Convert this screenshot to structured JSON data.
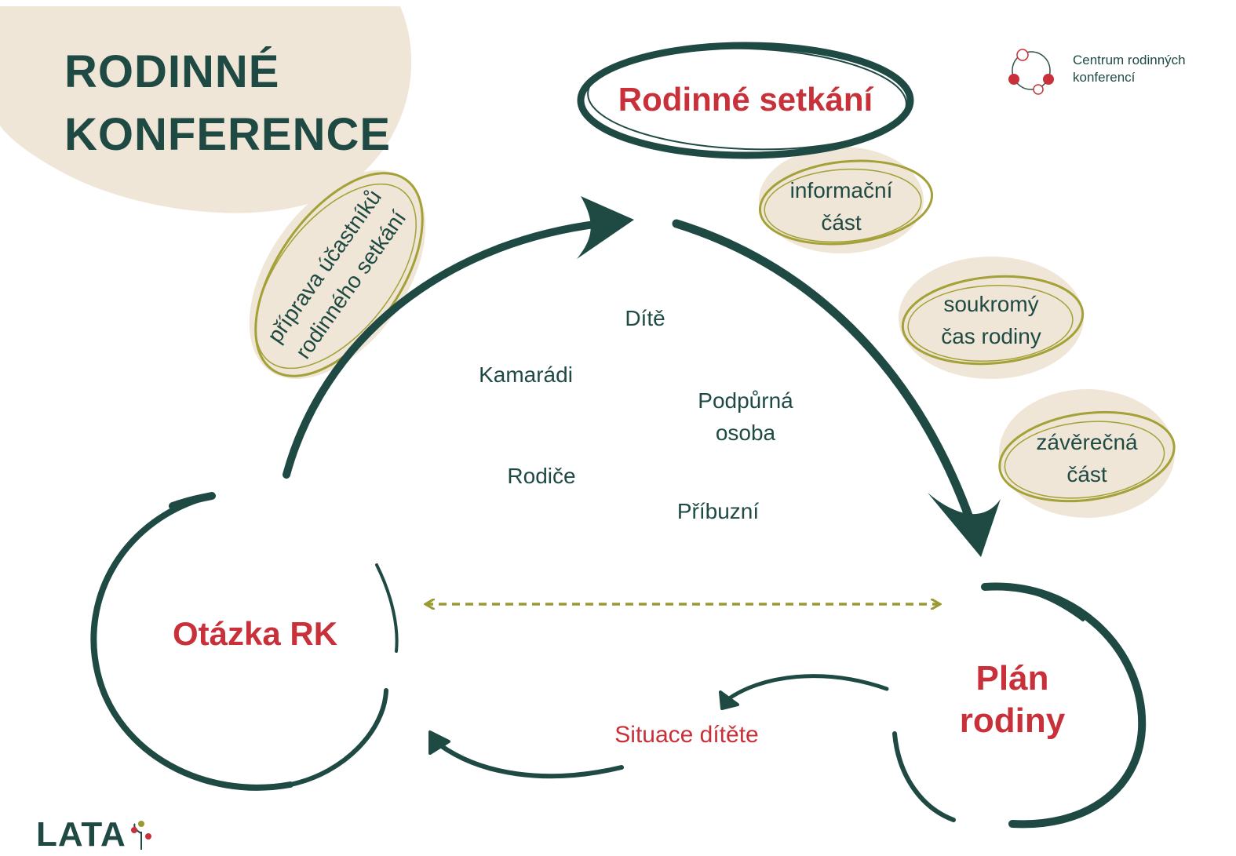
{
  "title": {
    "line1": "RODINNÉ",
    "line2": "KONFERENCE"
  },
  "organization": {
    "line1": "Centrum rodinných",
    "line2": "konferencí"
  },
  "brand": {
    "text": "LATA"
  },
  "nodes": {
    "meeting": "Rodinné setkání",
    "question": "Otázka RK",
    "plan_line1": "Plán",
    "plan_line2": "rodiny",
    "child_situation": "Situace dítěte"
  },
  "phases": {
    "preparation": {
      "line1": "příprava účastníků",
      "line2": "rodinného setkání"
    },
    "information": {
      "line1": "informační",
      "line2": "část"
    },
    "private_time": {
      "line1": "soukromý",
      "line2": "čas rodiny"
    },
    "final": {
      "line1": "závěrečná",
      "line2": "část"
    }
  },
  "participants": {
    "child": "Dítě",
    "friends": "Kamarádi",
    "support_line1": "Podpůrná",
    "support_line2": "osoba",
    "parents": "Rodiče",
    "relatives": "Příbuzní"
  },
  "colors": {
    "dark_green": "#1f4a44",
    "accent_red": "#c8313a",
    "beige": "#efe6d7",
    "olive": "#9a9a32"
  },
  "icons": [
    "circle-logo-icon",
    "sprout-icon"
  ]
}
